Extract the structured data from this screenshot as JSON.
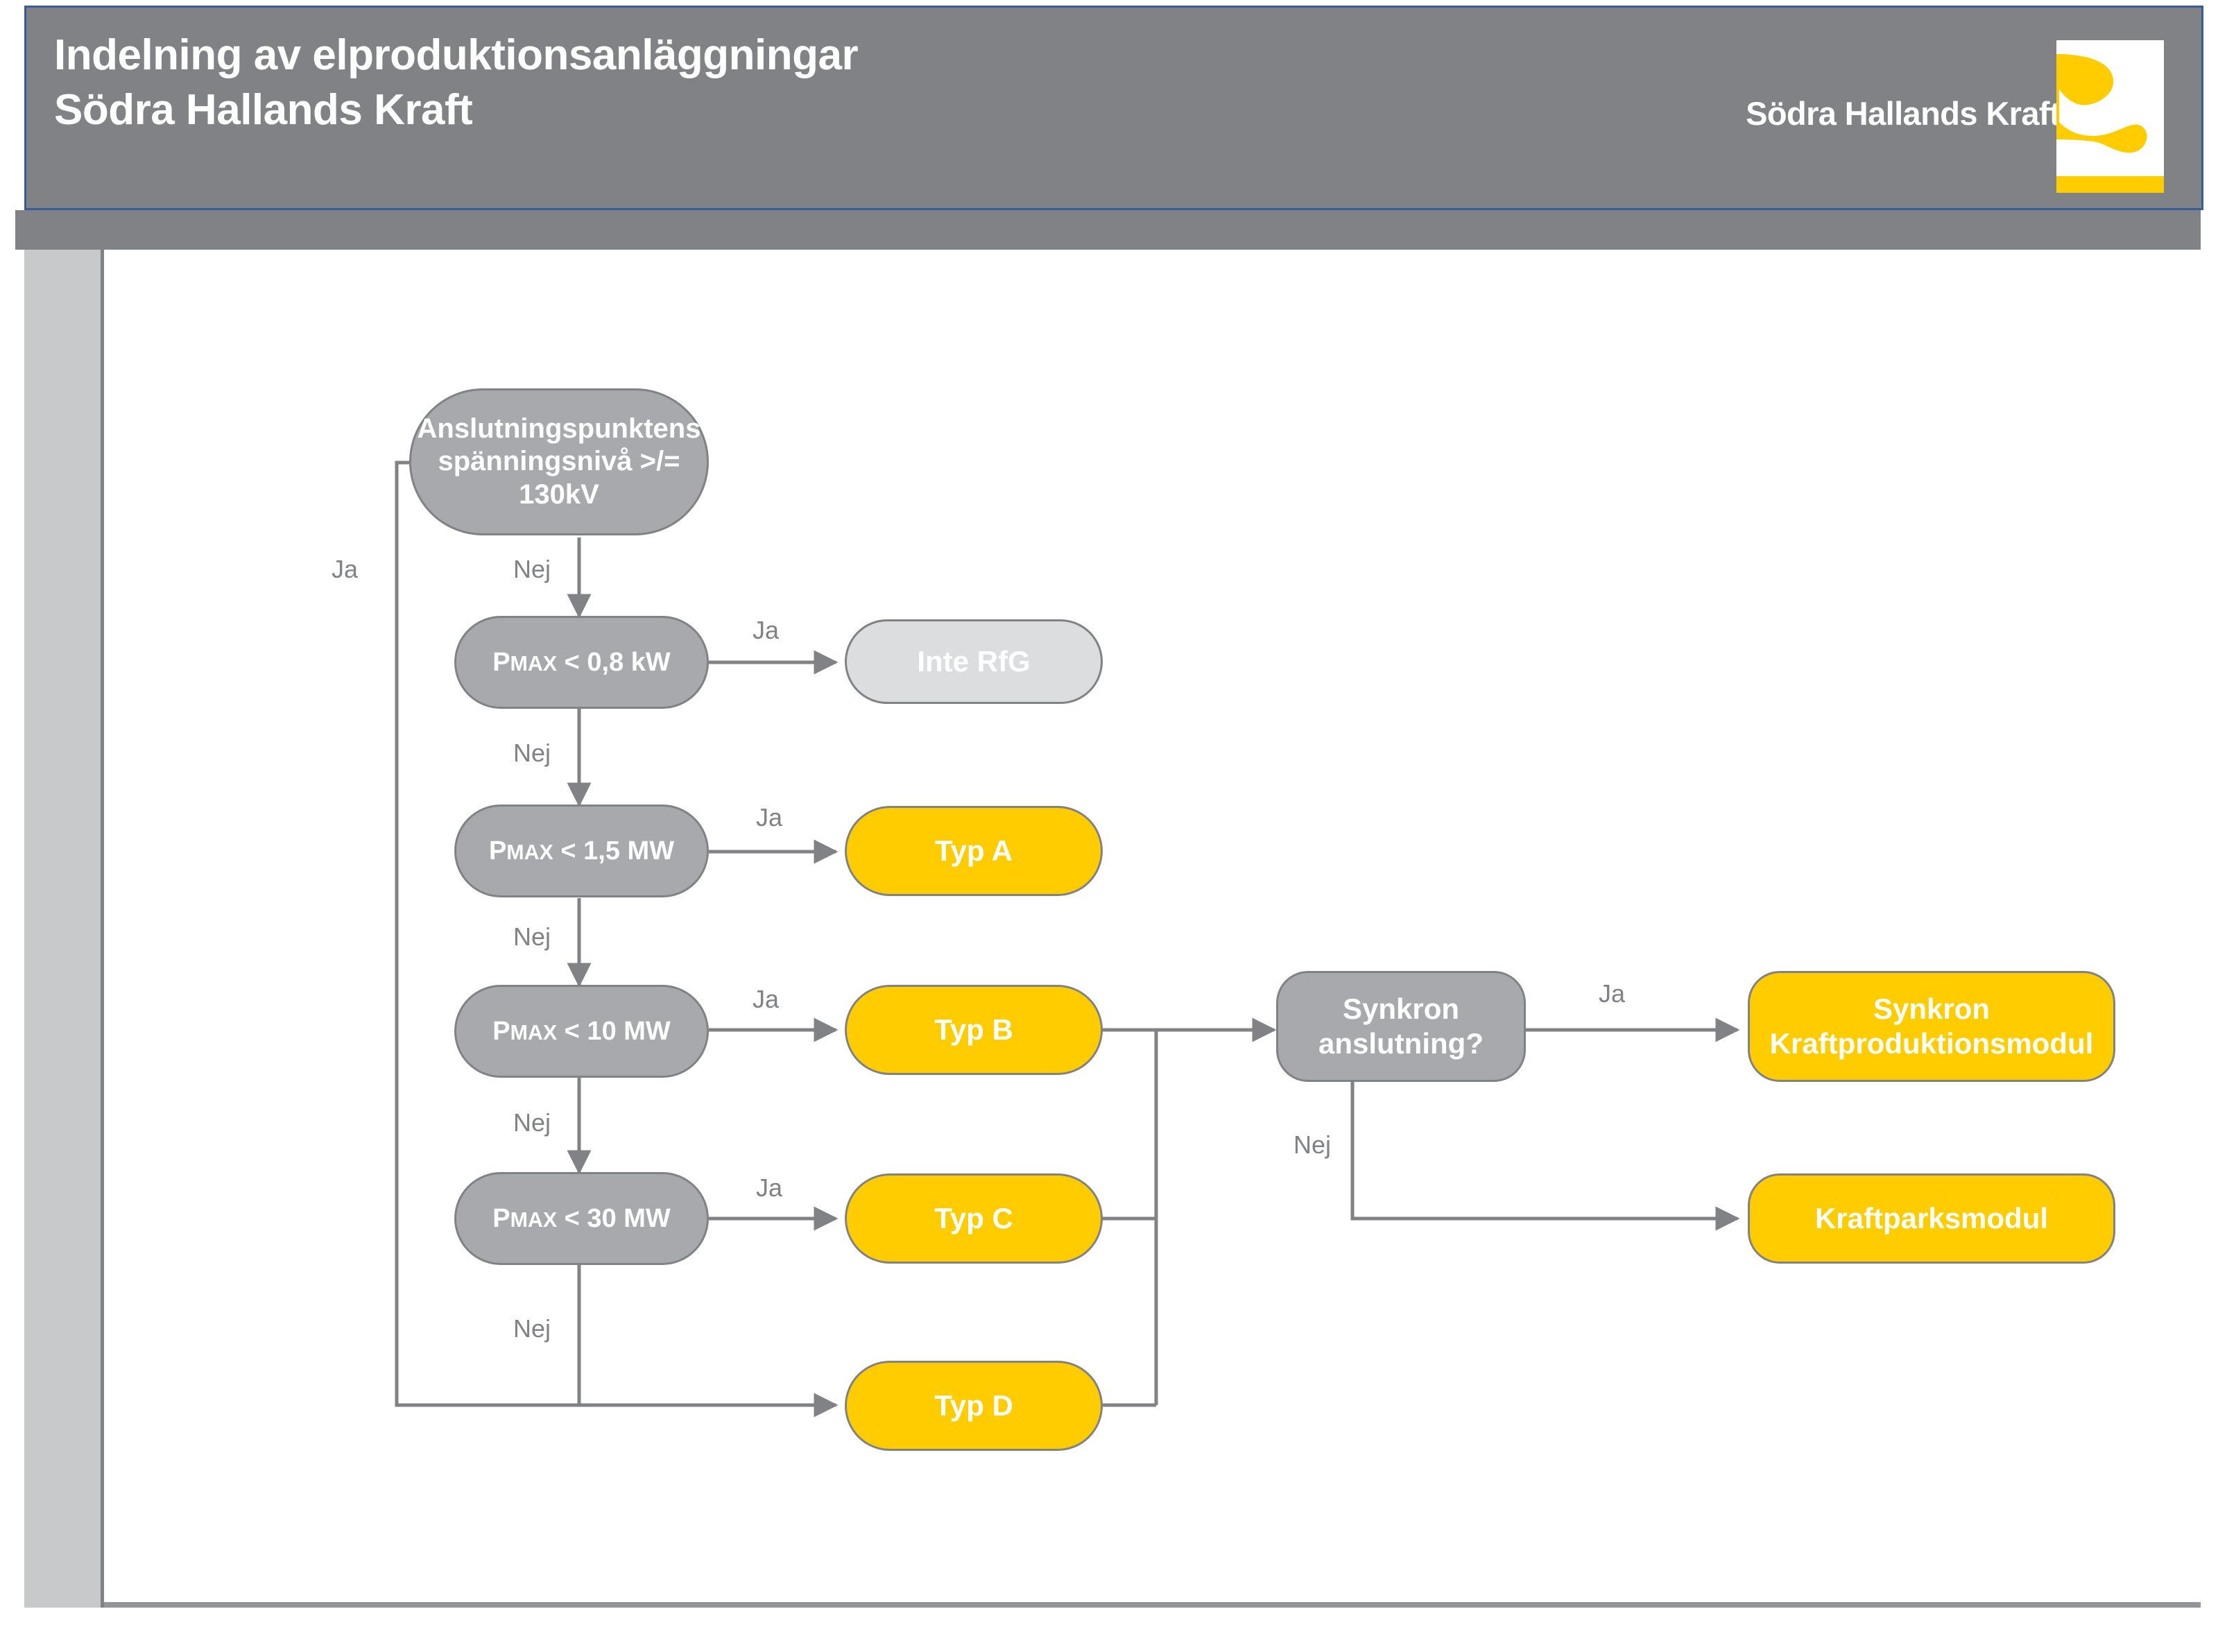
{
  "header": {
    "title_line1": "Indelning av elproduktionsanläggningar",
    "title_line2": "Södra Hallands Kraft",
    "logo_text": "Södra Hallands Kraft",
    "brand_grey": "#808285",
    "brand_yellow": "#FFCC00",
    "brand_blue": "#3A5B9B"
  },
  "chart_data": {
    "type": "diagram",
    "title": "Indelning av elproduktionsanläggningar",
    "nodes": [
      {
        "id": "voltage",
        "label": "Anslutningspunktens spänningsnivå >/= 130kV",
        "shape": "rounded",
        "fill": "#A7A9AC"
      },
      {
        "id": "p08kw",
        "label": "PMAX < 0,8 kW",
        "shape": "rounded",
        "fill": "#A7A9AC"
      },
      {
        "id": "p15mw",
        "label": "PMAX < 1,5 MW",
        "shape": "rounded",
        "fill": "#A7A9AC"
      },
      {
        "id": "p10mw",
        "label": "PMAX < 10 MW",
        "shape": "rounded",
        "fill": "#A7A9AC"
      },
      {
        "id": "p30mw",
        "label": "PMAX < 30 MW",
        "shape": "rounded",
        "fill": "#A7A9AC"
      },
      {
        "id": "inte-rfg",
        "label": "Inte RfG",
        "shape": "rounded",
        "fill": "#DCDDDE"
      },
      {
        "id": "typ-a",
        "label": "Typ A",
        "shape": "rounded",
        "fill": "#FFCC00"
      },
      {
        "id": "typ-b",
        "label": "Typ B",
        "shape": "rounded",
        "fill": "#FFCC00"
      },
      {
        "id": "typ-c",
        "label": "Typ C",
        "shape": "rounded",
        "fill": "#FFCC00"
      },
      {
        "id": "typ-d",
        "label": "Typ D",
        "shape": "rounded",
        "fill": "#FFCC00"
      },
      {
        "id": "synkron",
        "label": "Synkron anslutning?",
        "shape": "rounded",
        "fill": "#A7A9AC"
      },
      {
        "id": "synkron-kpm",
        "label": "Synkron Kraftproduktionsmodul",
        "shape": "rounded",
        "fill": "#FFCC00"
      },
      {
        "id": "kraftparksmodul",
        "label": "Kraftparksmodul",
        "shape": "rounded",
        "fill": "#FFCC00"
      }
    ],
    "edges": [
      {
        "from": "voltage",
        "to": "typ-d",
        "label": "Ja"
      },
      {
        "from": "voltage",
        "to": "p08kw",
        "label": "Nej"
      },
      {
        "from": "p08kw",
        "to": "inte-rfg",
        "label": "Ja"
      },
      {
        "from": "p08kw",
        "to": "p15mw",
        "label": "Nej"
      },
      {
        "from": "p15mw",
        "to": "typ-a",
        "label": "Ja"
      },
      {
        "from": "p15mw",
        "to": "p10mw",
        "label": "Nej"
      },
      {
        "from": "p10mw",
        "to": "typ-b",
        "label": "Ja"
      },
      {
        "from": "p10mw",
        "to": "p30mw",
        "label": "Nej"
      },
      {
        "from": "p30mw",
        "to": "typ-c",
        "label": "Ja"
      },
      {
        "from": "p30mw",
        "to": "typ-d",
        "label": "Nej"
      },
      {
        "from": "typ-b",
        "to": "synkron",
        "label": ""
      },
      {
        "from": "typ-c",
        "to": "synkron",
        "label": ""
      },
      {
        "from": "typ-d",
        "to": "synkron",
        "label": ""
      },
      {
        "from": "synkron",
        "to": "synkron-kpm",
        "label": "Ja"
      },
      {
        "from": "synkron",
        "to": "kraftparksmodul",
        "label": "Nej"
      }
    ]
  },
  "nodes": {
    "voltage_line1": "Anslutningspunktens",
    "voltage_line2": "spänningsnivå  >/=  130kV",
    "p08kw_p": "P",
    "p08kw_sub": "MAX",
    "p08kw_rest": " < 0,8 kW",
    "p15mw_p": "P",
    "p15mw_sub": "MAX",
    "p15mw_rest": " < 1,5 MW",
    "p10mw_p": "P",
    "p10mw_sub": "MAX",
    "p10mw_rest": " < 10 MW",
    "p30mw_p": "P",
    "p30mw_sub": "MAX",
    "p30mw_rest": " < 30 MW",
    "inte_rfg": "Inte RfG",
    "typ_a": "Typ A",
    "typ_b": "Typ B",
    "typ_c": "Typ C",
    "typ_d": "Typ D",
    "synkron_line1": "Synkron",
    "synkron_line2": "anslutning?",
    "synkron_kpm_line1": "Synkron",
    "synkron_kpm_line2": "Kraftproduktionsmodul",
    "kraftparksmodul": "Kraftparksmodul"
  },
  "labels": {
    "ja_voltage": "Ja",
    "nej_voltage": "Nej",
    "ja_p08kw": "Ja",
    "nej_p08kw": "Nej",
    "ja_p15mw": "Ja",
    "nej_p15mw": "Nej",
    "ja_p10mw": "Ja",
    "nej_p10mw": "Nej",
    "ja_p30mw": "Ja",
    "nej_p30mw": "Nej",
    "ja_synkron": "Ja",
    "nej_synkron": "Nej"
  }
}
